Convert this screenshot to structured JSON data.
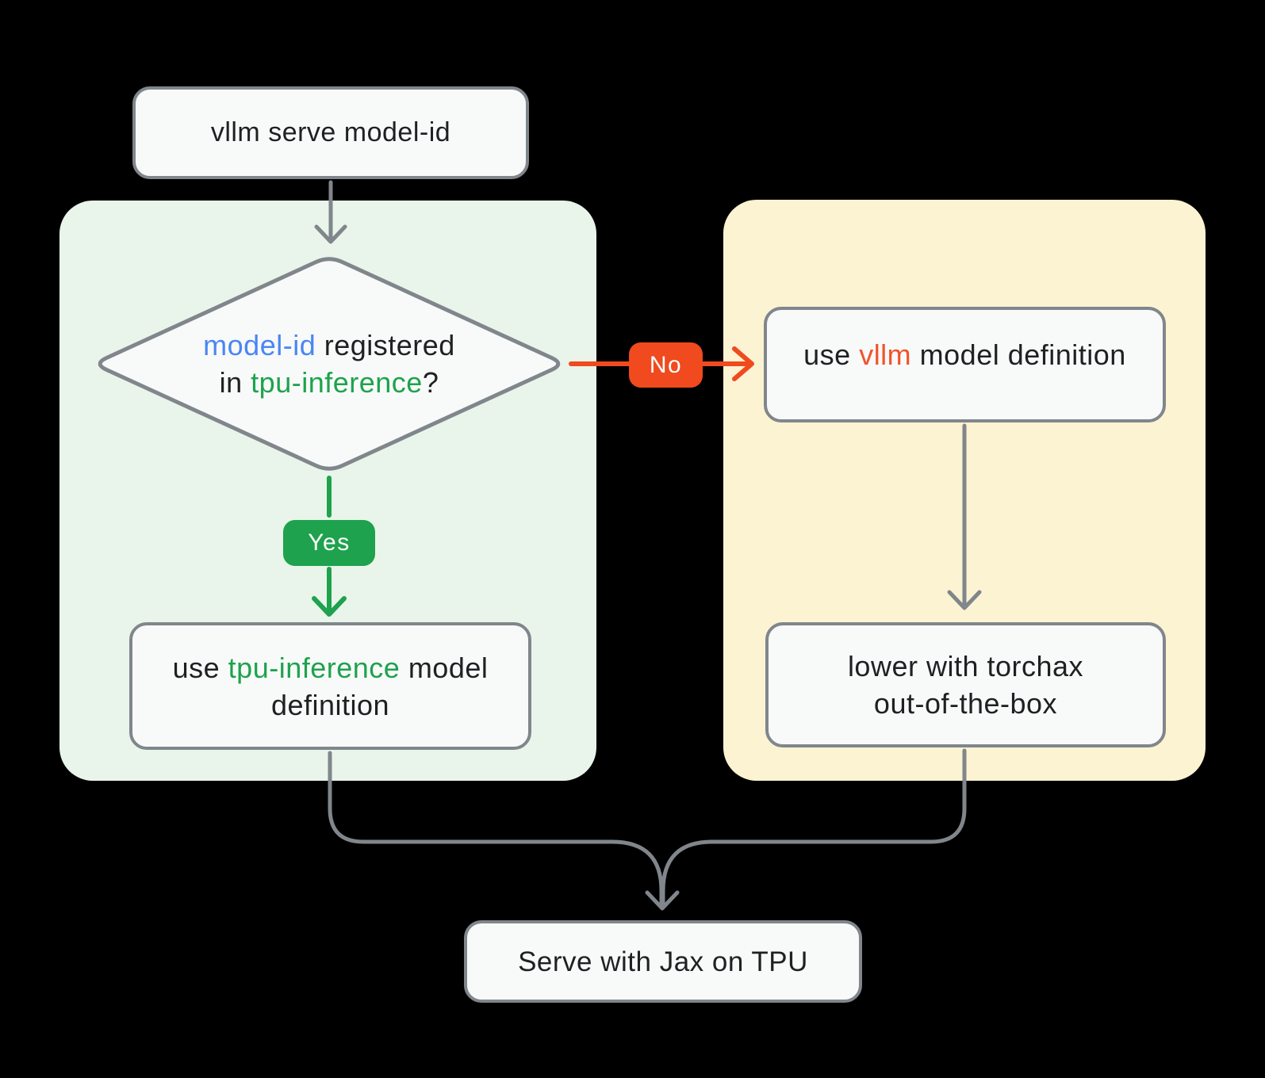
{
  "colors": {
    "bg": "#000000",
    "panel_green": "#E9F5EA",
    "panel_yellow": "#FCF3D3",
    "node_fill": "#F8FAF9",
    "stroke": "#80868B",
    "text_dark": "#1E2023",
    "accent_green": "#1EA24D",
    "accent_blue": "#4A86F2",
    "accent_orange": "#F04A1E",
    "accent_orange_text": "#F1532A",
    "badge_text": "#FFFFFF"
  },
  "nodes": {
    "start": {
      "segments": [
        {
          "text": "vllm serve model-id"
        }
      ]
    },
    "decision": {
      "segments": [
        {
          "text": "model-id",
          "color": "accent_blue"
        },
        {
          "text": " registered\nin "
        },
        {
          "text": "tpu-inference",
          "color": "accent_green"
        },
        {
          "text": "?"
        }
      ]
    },
    "use_tpu_inference": {
      "segments": [
        {
          "text": "use "
        },
        {
          "text": "tpu-inference",
          "color": "accent_green"
        },
        {
          "text": " model\ndefinition"
        }
      ]
    },
    "use_vllm": {
      "segments": [
        {
          "text": "use "
        },
        {
          "text": "vllm",
          "color": "accent_orange_text"
        },
        {
          "text": " model definition"
        }
      ]
    },
    "lower_torchax": {
      "segments": [
        {
          "text": "lower with torchax\nout-of-the-box"
        }
      ]
    },
    "serve": {
      "segments": [
        {
          "text": "Serve with Jax on TPU"
        }
      ]
    }
  },
  "edges": {
    "yes_label": "Yes",
    "no_label": "No"
  }
}
